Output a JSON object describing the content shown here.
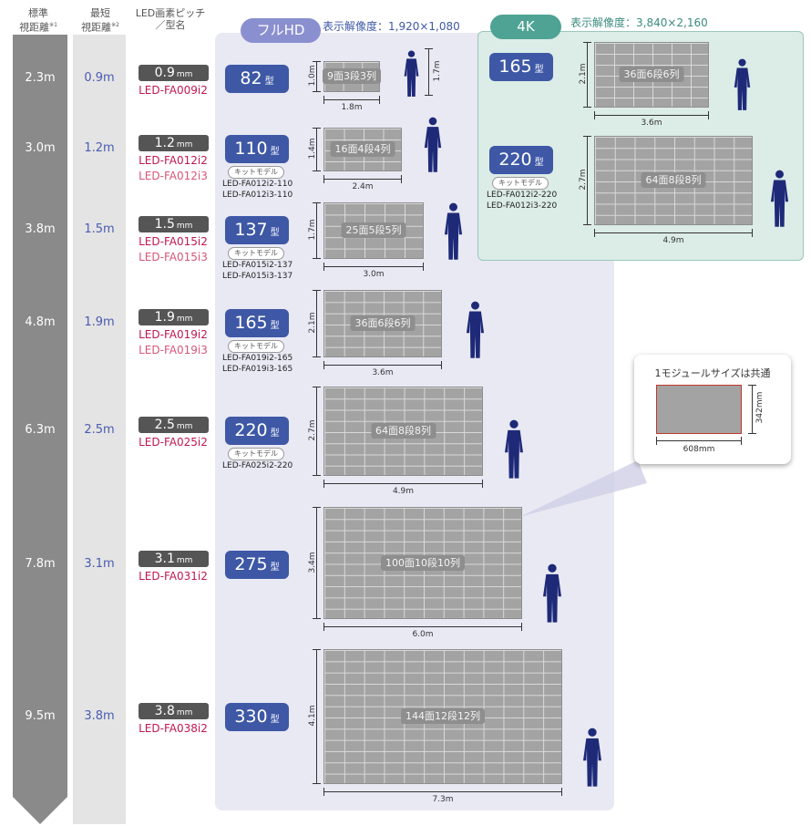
{
  "headers": {
    "standard_distance": [
      "標準",
      "視距離"
    ],
    "standard_note": "※1",
    "min_distance": [
      "最短",
      "視距離"
    ],
    "min_note": "※2",
    "pitch_model": [
      "LED画素ピッチ",
      "／型名"
    ]
  },
  "fhd": {
    "tab": "フルHD",
    "resolution": "表示解像度：1,920×1,080",
    "color": "#8a8fd0"
  },
  "k4": {
    "tab": "4K",
    "resolution": "表示解像度：3,840×2,160",
    "color": "#4ea394"
  },
  "rows": [
    {
      "std": "2.3m",
      "min": "0.9m",
      "pitch": "0.9",
      "unit": "mm",
      "models": [
        "LED-FA009i2"
      ],
      "size": "82",
      "size_unit": "型",
      "kit": "",
      "kit_models": [],
      "grid_label": "9面3段3列",
      "width": "1.8m",
      "height": "1.0m",
      "person_h": "1.7m"
    },
    {
      "std": "3.0m",
      "min": "1.2m",
      "pitch": "1.2",
      "unit": "mm",
      "models": [
        "LED-FA012i2",
        "LED-FA012i3"
      ],
      "size": "110",
      "size_unit": "型",
      "kit": "キットモデル",
      "kit_models": [
        "LED-FA012i2-110",
        "LED-FA012i3-110"
      ],
      "grid_label": "16面4段4列",
      "width": "2.4m",
      "height": "1.4m"
    },
    {
      "std": "3.8m",
      "min": "1.5m",
      "pitch": "1.5",
      "unit": "mm",
      "models": [
        "LED-FA015i2",
        "LED-FA015i3"
      ],
      "size": "137",
      "size_unit": "型",
      "kit": "キットモデル",
      "kit_models": [
        "LED-FA015i2-137",
        "LED-FA015i3-137"
      ],
      "grid_label": "25面5段5列",
      "width": "3.0m",
      "height": "1.7m"
    },
    {
      "std": "4.8m",
      "min": "1.9m",
      "pitch": "1.9",
      "unit": "mm",
      "models": [
        "LED-FA019i2",
        "LED-FA019i3"
      ],
      "size": "165",
      "size_unit": "型",
      "kit": "キットモデル",
      "kit_models": [
        "LED-FA019i2-165",
        "LED-FA019i3-165"
      ],
      "grid_label": "36面6段6列",
      "width": "3.6m",
      "height": "2.1m"
    },
    {
      "std": "6.3m",
      "min": "2.5m",
      "pitch": "2.5",
      "unit": "mm",
      "models": [
        "LED-FA025i2"
      ],
      "size": "220",
      "size_unit": "型",
      "kit": "キットモデル",
      "kit_models": [
        "LED-FA025i2-220"
      ],
      "grid_label": "64面8段8列",
      "width": "4.9m",
      "height": "2.7m"
    },
    {
      "std": "7.8m",
      "min": "3.1m",
      "pitch": "3.1",
      "unit": "mm",
      "models": [
        "LED-FA031i2"
      ],
      "size": "275",
      "size_unit": "型",
      "kit": "",
      "kit_models": [],
      "grid_label": "100面10段10列",
      "width": "6.0m",
      "height": "3.4m"
    },
    {
      "std": "9.5m",
      "min": "3.8m",
      "pitch": "3.8",
      "unit": "mm",
      "models": [
        "LED-FA038i2"
      ],
      "size": "330",
      "size_unit": "型",
      "kit": "",
      "kit_models": [],
      "grid_label": "144面12段12列",
      "width": "7.3m",
      "height": "4.1m"
    }
  ],
  "k4_rows": [
    {
      "size": "165",
      "size_unit": "型",
      "kit": "",
      "kit_models": [],
      "grid_label": "36面6段6列",
      "width": "3.6m",
      "height": "2.1m"
    },
    {
      "size": "220",
      "size_unit": "型",
      "kit": "キットモデル",
      "kit_models": [
        "LED-FA012i2-220",
        "LED-FA012i3-220"
      ],
      "grid_label": "64面8段8列",
      "width": "4.9m",
      "height": "2.7m"
    }
  ],
  "module": {
    "title": "1モジュールサイズは共通",
    "width": "608mm",
    "height": "342mm",
    "border_color": "#c0392b"
  },
  "colors": {
    "badge": "#3e58a6",
    "model": "#c0184e",
    "person": "#1e2a78"
  }
}
